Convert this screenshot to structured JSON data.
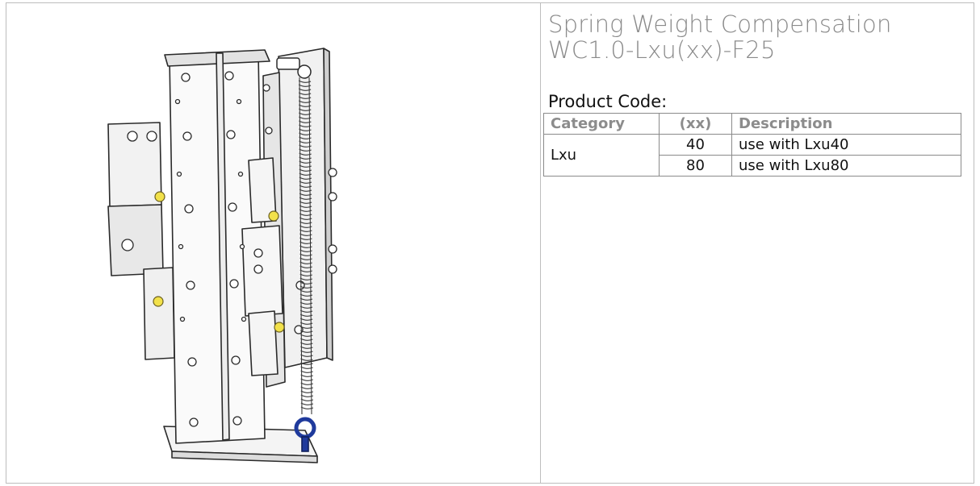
{
  "product": {
    "title_line1": "Spring Weight Compensation",
    "title_line2": "WC1.0-Lxu(xx)-F25"
  },
  "product_code": {
    "label": "Product Code:",
    "headers": [
      "Category",
      "(xx)",
      "Description"
    ],
    "category": "Lxu",
    "rows": [
      {
        "xx": "40",
        "description": "use with Lxu40"
      },
      {
        "xx": "80",
        "description": "use with Lxu80"
      }
    ]
  },
  "colors": {
    "title": "#8a8a8a",
    "header_text": "#8c8c8c",
    "border": "#bdbdbd",
    "screw_accent": "#f2e14a",
    "eyebolt": "#1f3a9c"
  },
  "drawing": {
    "icon": "linear-axis-spring-assembly-drawing"
  }
}
